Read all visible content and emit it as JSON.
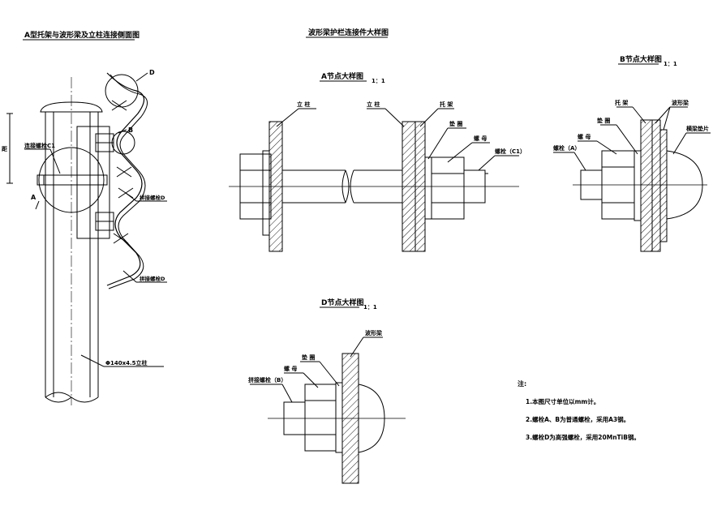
{
  "titles": {
    "left": "A型托架与波形梁及立柱连接侧面图",
    "center": "波形梁护栏连接件大样图",
    "detail_a": "A节点大样图",
    "detail_b": "B节点大样图",
    "detail_d": "D节点大样图",
    "scale": "1：1"
  },
  "left_view": {
    "callout_d": "D",
    "callout_b": "B",
    "callout_a": "A",
    "bolt_c1": "连接螺栓C1",
    "splice_bolt_1": "拼接螺栓D",
    "splice_bolt_2": "拼接螺栓D",
    "post": "Φ140x4.5立柱",
    "dim": "距"
  },
  "detail_a": {
    "post_1": "立 柱",
    "post_2": "立 柱",
    "bracket": "托 架",
    "washer": "垫 圈",
    "nut": "螺 母",
    "bolt": "螺栓（C1）"
  },
  "detail_b": {
    "bracket": "托 架",
    "beam": "波形梁",
    "washer": "垫 圈",
    "nut": "螺 母",
    "bolt": "螺栓（A）",
    "spacer": "横梁垫片"
  },
  "detail_d": {
    "washer": "垫 圈",
    "nut": "螺 母",
    "bolt": "拼接螺栓（B）",
    "beam": "波形梁"
  },
  "notes": {
    "heading": "注:",
    "items": [
      "1.本图尺寸单位以mm计。",
      "2.螺栓A、B为普通螺栓，采用A3钢。",
      "3.螺栓D为高强螺栓，采用20MnTiB钢。"
    ]
  }
}
